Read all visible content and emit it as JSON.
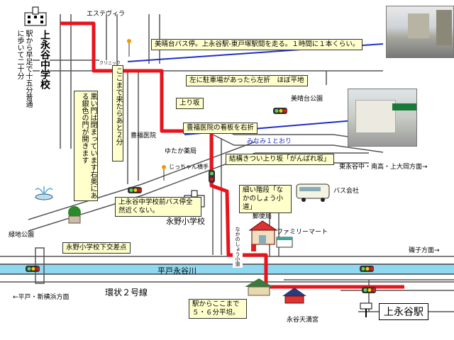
{
  "labels": {
    "school_main": "上永谷中学校",
    "school_walk": "駅から早足で十五分普通に歩いて二十分",
    "estevilla": "エステヴィラ",
    "clinic": "クリニック",
    "toyofuku": "豊福医院",
    "yutaka": "ゆたか薬局",
    "jiichan": "じっちゃん横手",
    "minami1": "みなみ１とおり",
    "higashinagaya": "東永谷中・南高・上大岡方面→",
    "bus_company": "バス会社",
    "nagano_school": "永野小学校",
    "post_office": "郵便局",
    "familymart": "ファミリーマート",
    "ryokuchi": "緑地公園",
    "misaki_park": "美晴台公園",
    "river": "平戸永谷川",
    "kanjo2": "環状２号線",
    "hirado": "←平戸・新横浜方面",
    "isogo": "磯子方面→",
    "nagaya_tenmangu": "永谷天満宮",
    "station": "上永谷駅",
    "nakanoshou_path": "なかのしょう小道"
  },
  "notes": {
    "bus_stop": "美晴台バス停。上永谷駅-東戸塚駅間を走る。１時間に１本くらい。",
    "parking_left": "左に駐車場があったら左折　ほぼ平地",
    "uphill": "上り坂",
    "clinic_sign": "豊福医院の看板を右折",
    "ganbare": "結構きつい上り坂「がんばれ坂」",
    "alley": "細い階段「なかのしょう小道」",
    "bus_stop_school": "上永谷中学校前バス停全然近くない。",
    "intersection": "永野小学校下交差点",
    "from_station": "駅からここまで５・６分平坦。",
    "gate": "黒い門は閉まっています右奥にある銀色の門が開きます",
    "two_min": "ここまで来たらあと２分"
  },
  "colors": {
    "route": "#e8141c",
    "pointer": "#1f2fc8",
    "road": "#555555",
    "river": "#8fd8f0",
    "note_bg": "#ffffcc"
  }
}
